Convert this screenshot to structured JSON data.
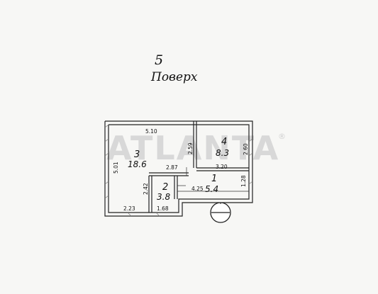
{
  "floor": {
    "number": "5",
    "label": "Поверх"
  },
  "watermark": "ATLANTA",
  "watermark_mark": "®",
  "rooms": [
    {
      "number": "3",
      "area": "18.6"
    },
    {
      "number": "4",
      "area": "8.3"
    },
    {
      "number": "2",
      "area": "3.8"
    },
    {
      "number": "1",
      "area": "5.4"
    }
  ],
  "dimensions": {
    "top_room3": "5.10",
    "left_room3": "5.01",
    "room3_bottom": "2.87",
    "room3_lower": "2.23",
    "room4_left": "2.59",
    "room4_right": "2.60",
    "room4_bottom": "3.20",
    "room2_left": "2.42",
    "room2_bottom": "1.68",
    "room1_length": "4.25",
    "room1_right": "1.28"
  }
}
